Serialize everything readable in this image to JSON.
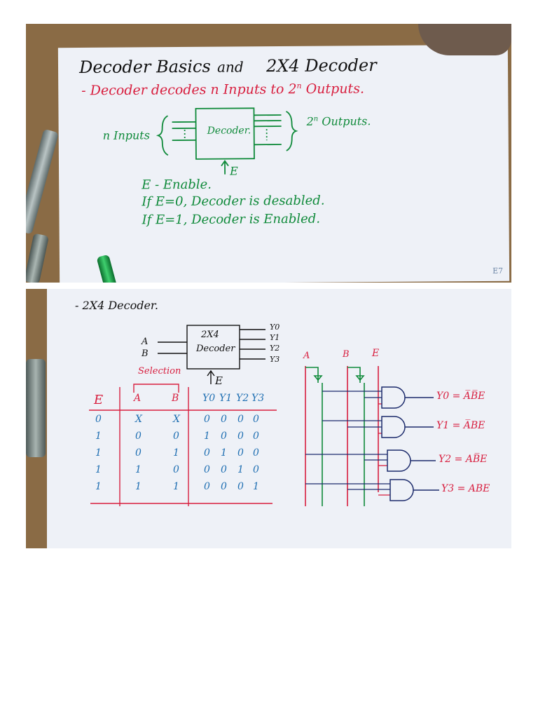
{
  "top_slide": {
    "title_left": "Decoder Basics",
    "title_and": "and",
    "title_right": "2X4 Decoder",
    "subtitle": "- Decoder decodes n Inputs to 2",
    "subtitle_sup": "n",
    "subtitle_end": "Outputs.",
    "block_label": "Decoder.",
    "n_inputs": "n Inputs",
    "outputs_label": "2",
    "outputs_sup": "n",
    "outputs_end": "Outputs.",
    "enable_arrow": "E",
    "notes": [
      "E - Enable.",
      "If E=0, Decoder is desabled.",
      "If E=1, Decoder is Enabled."
    ],
    "corner_logo": "E7"
  },
  "bottom_slide": {
    "heading": "- 2X4 Decoder.",
    "block_line1": "2X4",
    "block_line2": "Decoder",
    "inputs": [
      "A",
      "B"
    ],
    "outputs": [
      "Y0",
      "Y1",
      "Y2",
      "Y3"
    ],
    "enable": "E",
    "selection_label": "Selection",
    "table": {
      "headers": [
        "E",
        "A",
        "B",
        "Y0",
        "Y1",
        "Y2",
        "Y3"
      ],
      "rows": [
        [
          "0",
          "X",
          "X",
          "0",
          "0",
          "0",
          "0"
        ],
        [
          "1",
          "0",
          "0",
          "1",
          "0",
          "0",
          "0"
        ],
        [
          "1",
          "0",
          "1",
          "0",
          "1",
          "0",
          "0"
        ],
        [
          "1",
          "1",
          "0",
          "0",
          "0",
          "1",
          "0"
        ],
        [
          "1",
          "1",
          "1",
          "0",
          "0",
          "0",
          "1"
        ]
      ]
    },
    "circuit": {
      "line_labels": [
        "A",
        "B",
        "E"
      ],
      "equations": [
        "Y0 = A̅B̅E",
        "Y1 = A̅BE",
        "Y2 = AB̅E",
        "Y3 = ABE"
      ]
    }
  },
  "colors": {
    "ink_red": "#d81f3f",
    "ink_green": "#0f8a3a",
    "ink_blue": "#1f6fb2",
    "ink_black": "#111111"
  }
}
